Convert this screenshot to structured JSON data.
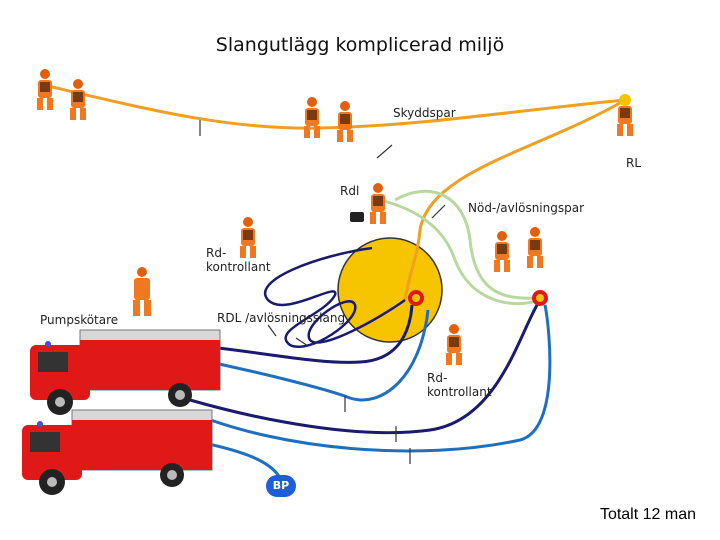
{
  "title": "Slangutlägg komplicerad miljö",
  "labels": {
    "skyddspar": "Skyddspar",
    "rl": "RL",
    "rdl": "Rdl",
    "nodavlosningspar": "Nöd-/avlösningspar",
    "rdkontrollant_1": "Rd-\nkontrollant",
    "pumpskotare": "Pumpskötare",
    "rdl_avlosningsslang": "RDL /avlösningsslang",
    "rdkontrollant_2": "Rd-\nkontrollant",
    "bp": "BP"
  },
  "total": "Totalt 12 man",
  "colors": {
    "skyddspar_hose": "#f0a020",
    "nod_hose": "#b8d8a0",
    "feed_hose_dark": "#1a1a6e",
    "feed_hose_blue": "#1f6fc0",
    "fire_area": "#f7c400",
    "truck_red": "#e01818",
    "firefighter_orange": "#f07820",
    "bp_badge": "#1f5fd6"
  },
  "icons": [
    "firefighter-icon",
    "fire-truck-icon",
    "nozzle-icon",
    "pump-icon"
  ]
}
